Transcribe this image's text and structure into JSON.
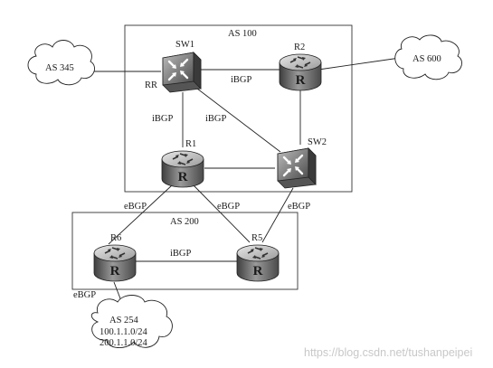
{
  "areas": {
    "as100": "AS 100",
    "as200": "AS 200"
  },
  "clouds": {
    "as345": "AS 345",
    "as600": "AS 600",
    "as254": "AS 254",
    "as254_net1": "100.1.1.0/24",
    "as254_net2": "200.1.1.0/24"
  },
  "nodes": {
    "sw1": "SW1",
    "sw2": "SW2",
    "r1": "R1",
    "r2": "R2",
    "r5": "R5",
    "r6": "R6"
  },
  "labels": {
    "rr": "RR",
    "ibgp_sw1_r2": "iBGP",
    "ibgp_sw1_r1": "iBGP",
    "ibgp_sw1_sw2": "iBGP",
    "ebgp_r1_r6": "eBGP",
    "ebgp_r1_r5": "eBGP",
    "ebgp_sw2_r5": "eBGP",
    "ibgp_r6_r5": "iBGP",
    "ebgp_r6_as254": "eBGP"
  },
  "watermark": "https://blog.csdn.net/tushanpeipei",
  "colors": {
    "device_dark": "#4a4a4a",
    "device_mid": "#8a8a8a",
    "device_light": "#d0d0d0",
    "line": "#222222"
  }
}
